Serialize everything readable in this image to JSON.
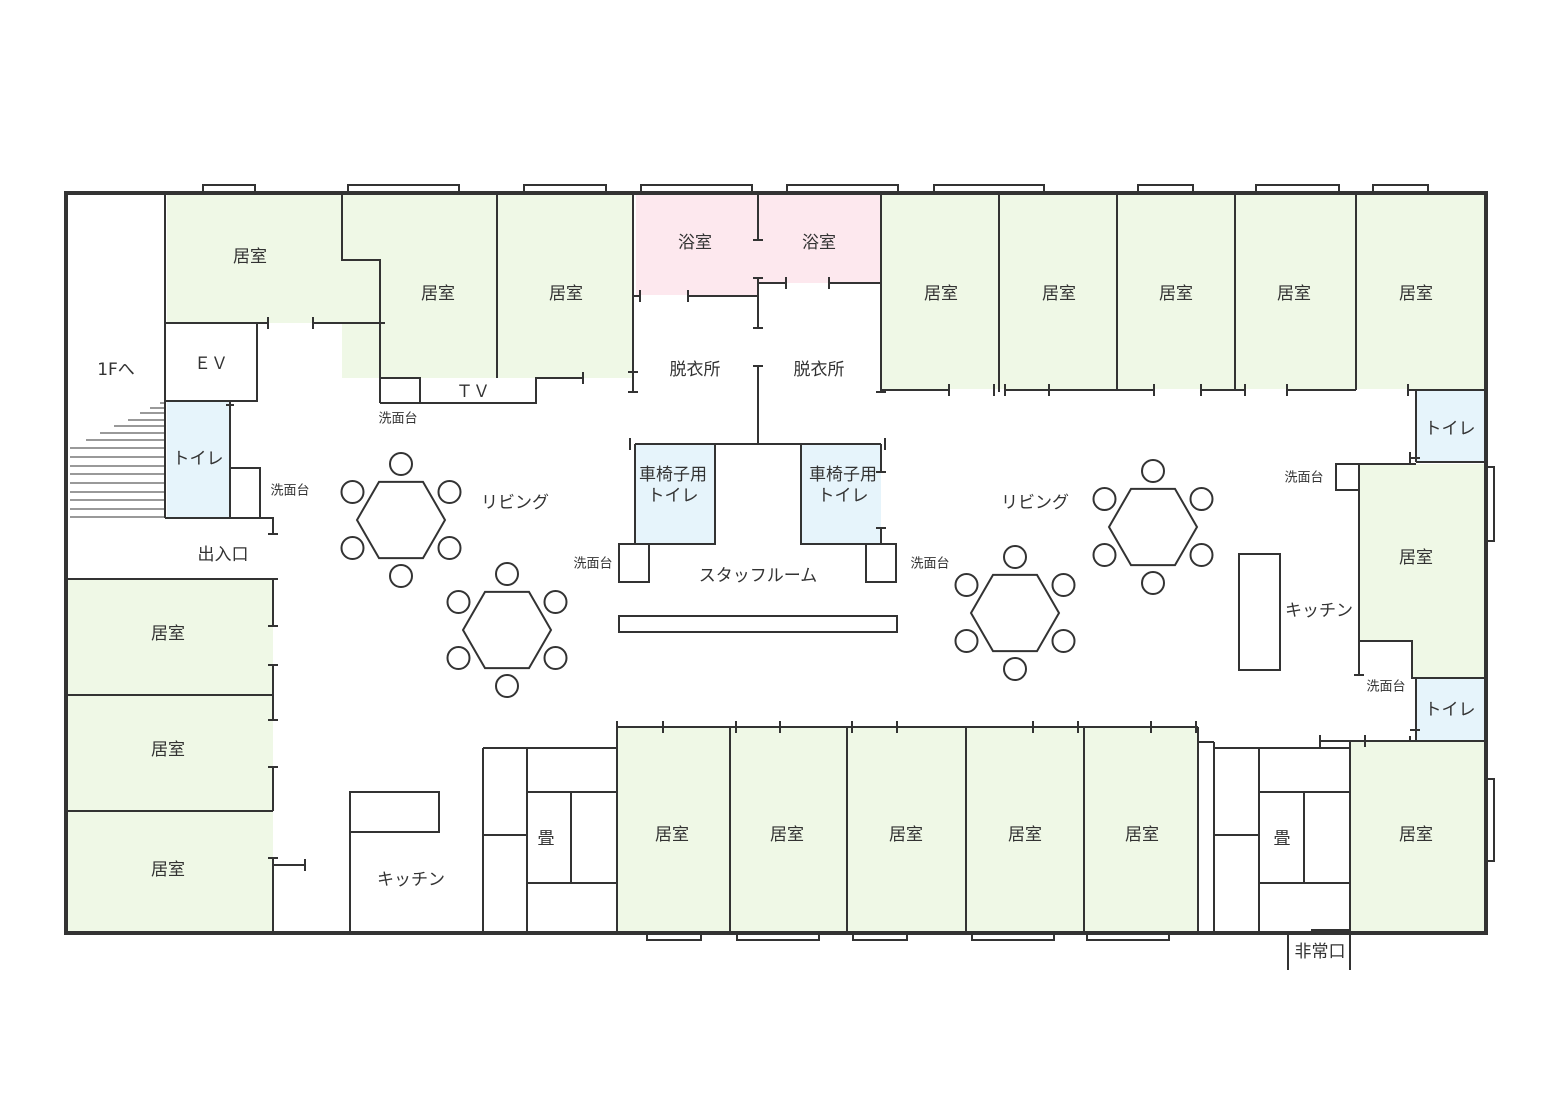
{
  "colors": {
    "room": "#eff8e6",
    "bath": "#fde8ee",
    "toilet": "#e6f4fb",
    "wall": "#333333",
    "background": "#ffffff"
  },
  "labels": {
    "room": "居室",
    "bath": "浴室",
    "dressing": "脱衣所",
    "toilet": "トイレ",
    "wheelchair_toilet": "車椅子用",
    "wheelchair_toilet_2": "トイレ",
    "ev": "ＥＶ",
    "stairs": "1Fへ",
    "tv": "ＴＶ",
    "washbasin": "洗面台",
    "entrance": "出入口",
    "living": "リビング",
    "staff_room": "スタッフルーム",
    "kitchen": "キッチン",
    "tatami": "畳",
    "emergency_exit": "非常口"
  },
  "icons": {
    "table": "hexagon-table-icon",
    "chair": "circle-chair-icon",
    "stairs": "stairs-icon"
  }
}
